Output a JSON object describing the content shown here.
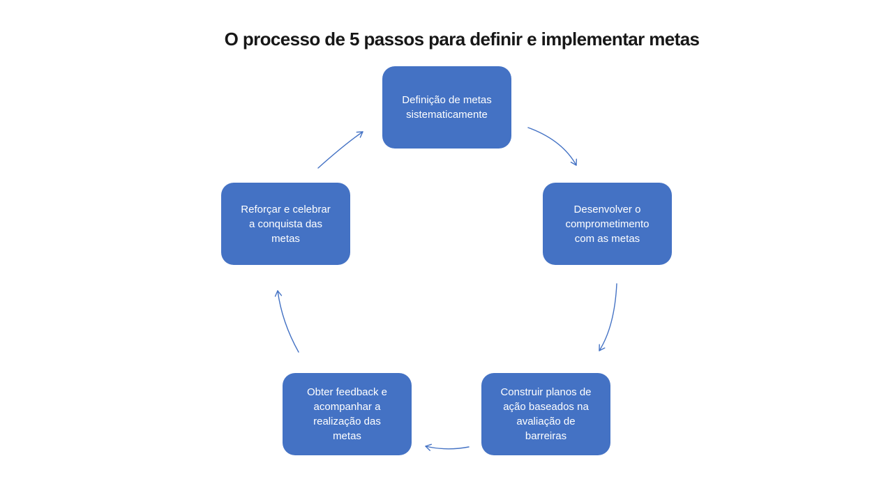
{
  "slide": {
    "title": "O processo de 5 passos para definir e implementar metas"
  },
  "colors": {
    "background": "#FFFFFF",
    "title_text": "#171717",
    "box_fill": "#4472C4",
    "box_text": "#FFFFFF",
    "arrow": "#4472C4"
  },
  "diagram": {
    "type": "cycle",
    "direction": "clockwise",
    "steps": [
      {
        "id": 1,
        "position": "top",
        "label": "Definição de metas\nsistematicamente"
      },
      {
        "id": 2,
        "position": "right",
        "label": "Desenvolver o\ncomprometimento\ncom as metas"
      },
      {
        "id": 3,
        "position": "bottom-right",
        "label": "Construir planos de\nação baseados na\navaliação de\nbarreiras"
      },
      {
        "id": 4,
        "position": "bottom-left",
        "label": "Obter feedback e\nacompanhar a\nrealização das\nmetas"
      },
      {
        "id": 5,
        "position": "left",
        "label": "Reforçar e celebrar\na conquista das\nmetas"
      }
    ],
    "arrows": [
      {
        "from": 1,
        "to": 2
      },
      {
        "from": 2,
        "to": 3
      },
      {
        "from": 3,
        "to": 4
      },
      {
        "from": 4,
        "to": 5
      },
      {
        "from": 5,
        "to": 1
      }
    ]
  }
}
